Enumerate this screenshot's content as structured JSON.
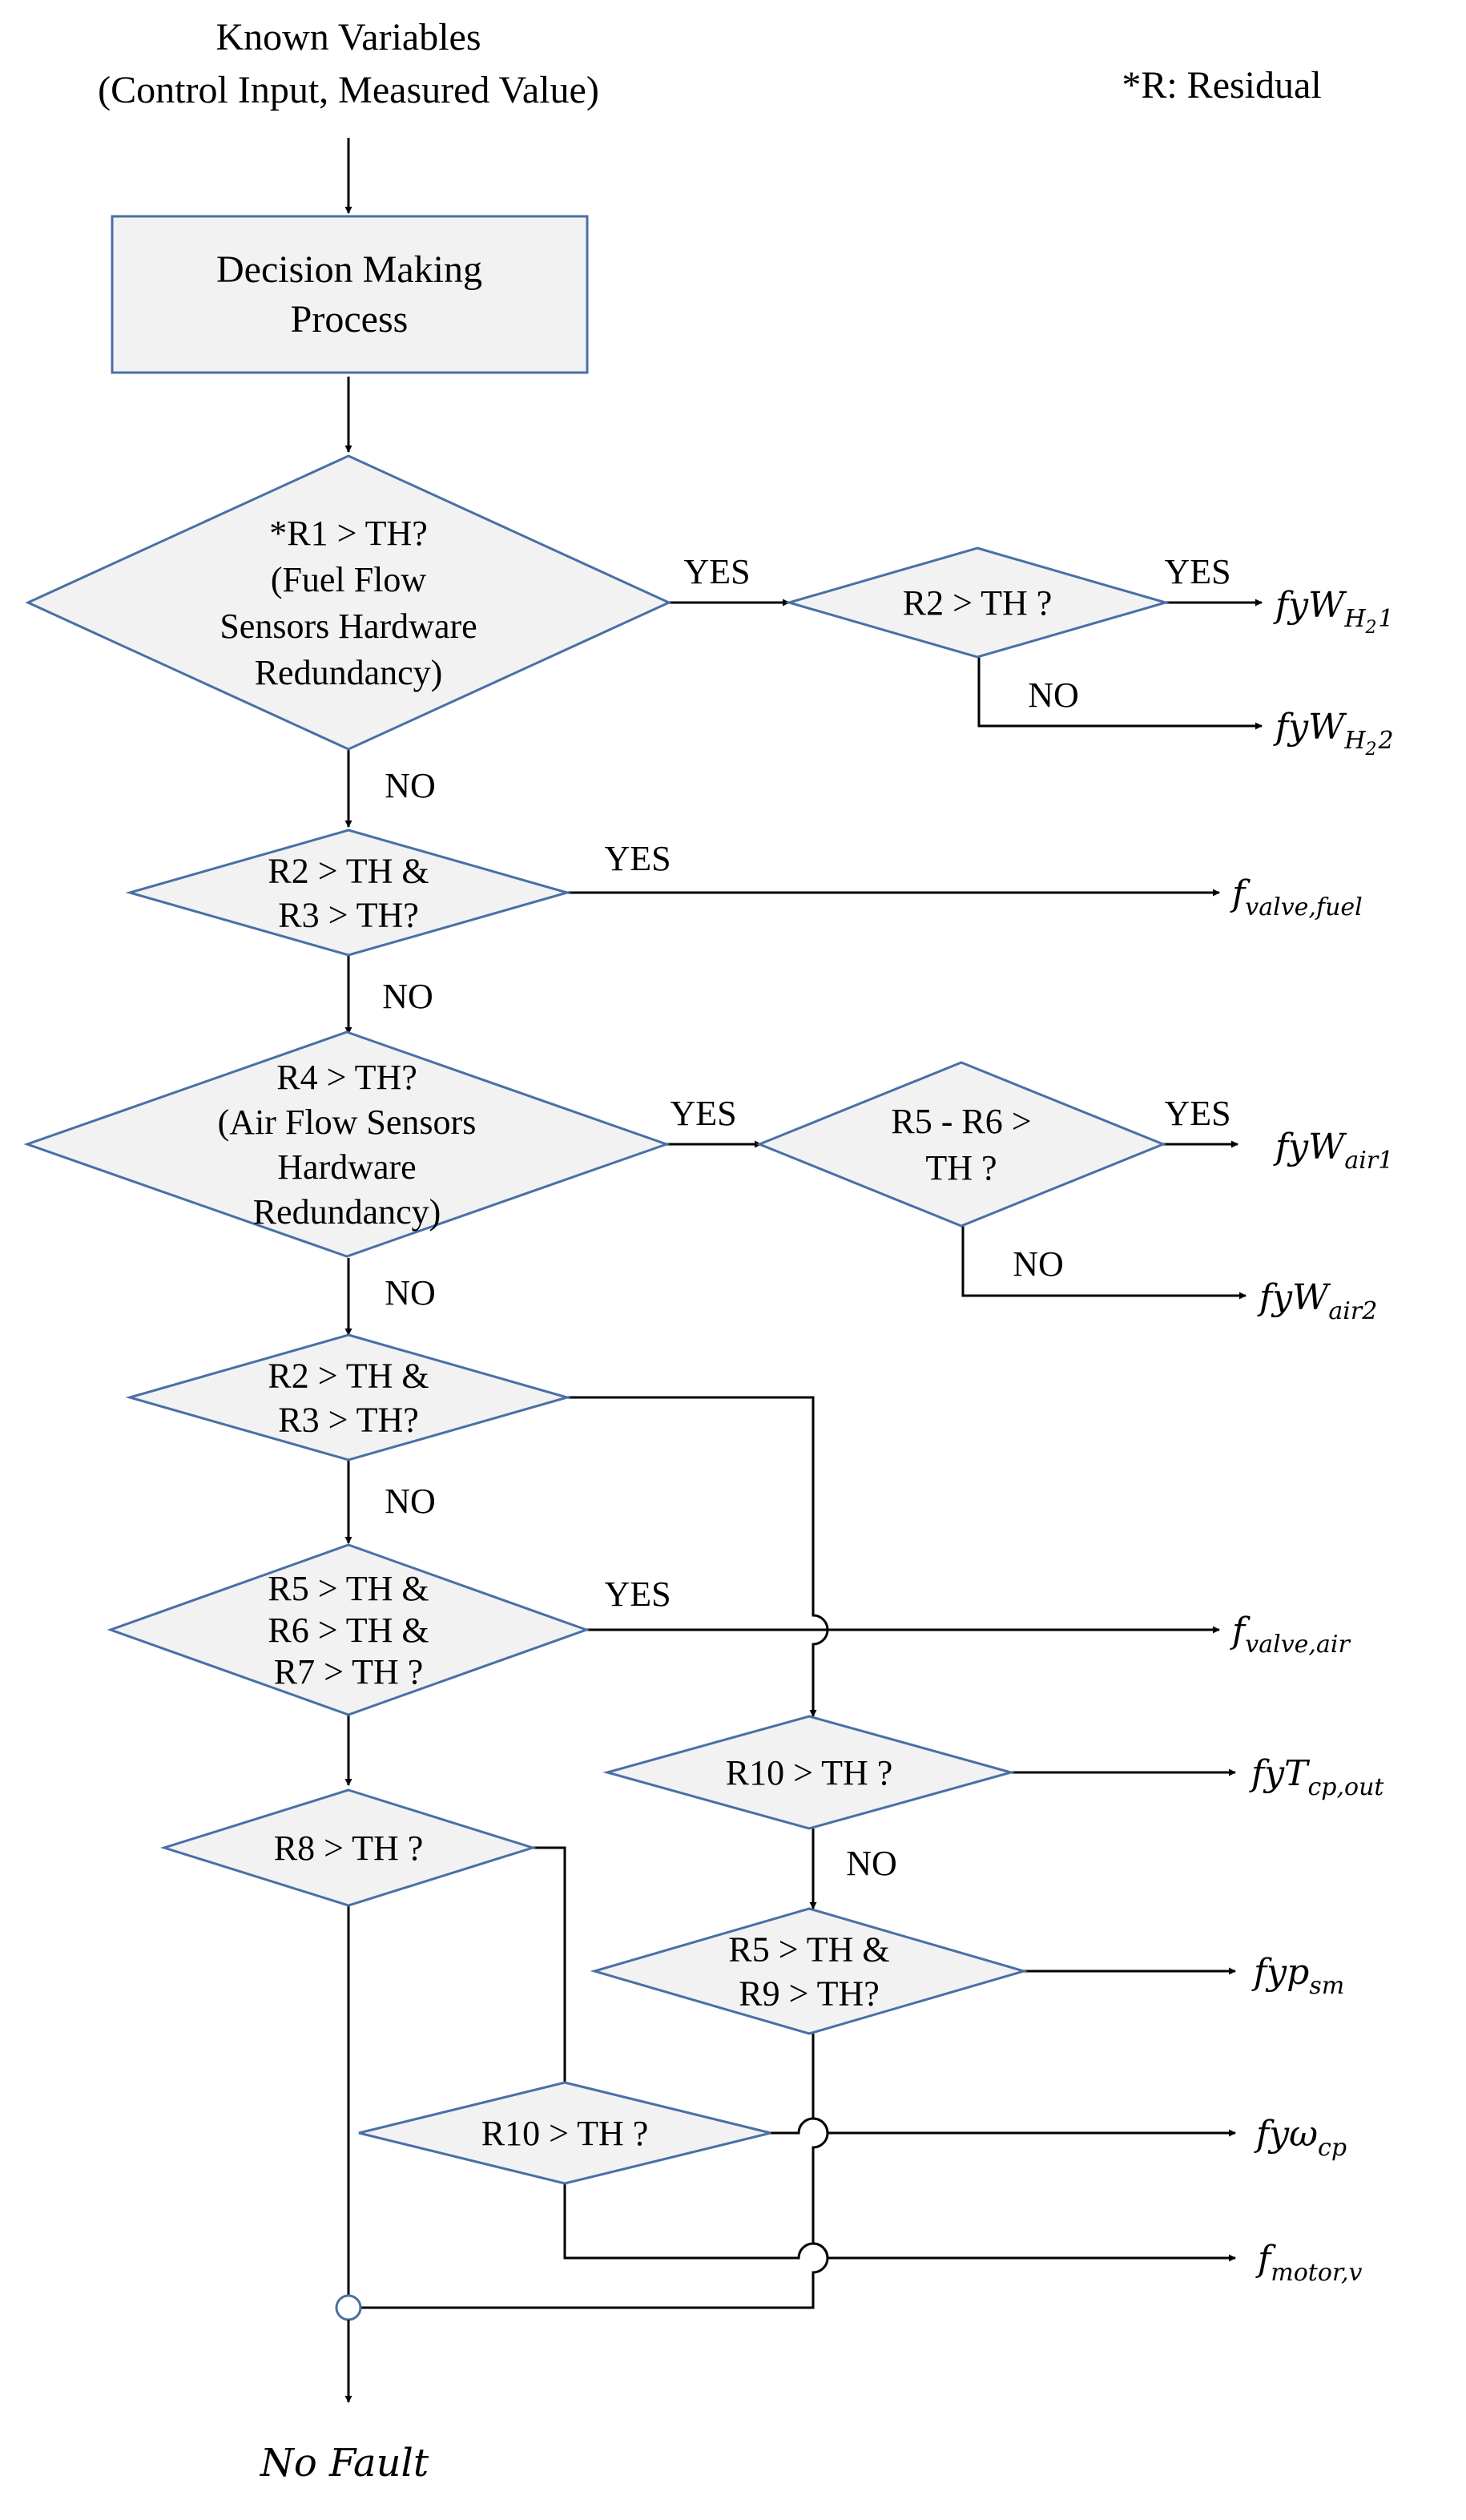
{
  "header": {
    "line1": "Known Variables",
    "line2": "(Control Input, Measured Value)",
    "note": "*R: Residual"
  },
  "process_box": {
    "line1": "Decision Making",
    "line2": "Process"
  },
  "decisions": {
    "d1": [
      "*R1 > TH?",
      "(Fuel Flow",
      "Sensors Hardware",
      "Redundancy)"
    ],
    "d1b": [
      "R2 > TH ?"
    ],
    "d2": [
      "R2 > TH &",
      "R3 > TH?"
    ],
    "d3": [
      "R4 > TH?",
      "(Air Flow Sensors",
      "Hardware",
      "Redundancy)"
    ],
    "d3b": [
      "R5 - R6 >",
      "TH ?"
    ],
    "d4": [
      "R2 > TH &",
      "R3 > TH?"
    ],
    "d5": [
      "R5 > TH &",
      "R6 > TH &",
      "R7 > TH ?"
    ],
    "d6": [
      "R10 > TH ?"
    ],
    "d7": [
      "R8 > TH ?"
    ],
    "d8": [
      "R5 > TH &",
      "R9 > TH?"
    ],
    "d9": [
      "R10 > TH ?"
    ]
  },
  "branch_labels": {
    "d1_yes": "YES",
    "d1_no": "NO",
    "d1b_yes": "YES",
    "d1b_no": "NO",
    "d2_yes": "YES",
    "d2_no": "NO",
    "d3_yes": "YES",
    "d3_no": "NO",
    "d3b_yes": "YES",
    "d3b_no": "NO",
    "d4_no": "NO",
    "d5_yes": "YES",
    "d6_no": "NO"
  },
  "outputs": {
    "fyW_H2_1": {
      "base": "fyW",
      "sub": "H",
      "sub2": "2",
      "tail": "1"
    },
    "fyW_H2_2": {
      "base": "fyW",
      "sub": "H",
      "sub2": "2",
      "tail": "2"
    },
    "f_valve_fuel": {
      "base": "f",
      "sub": "valve,fuel"
    },
    "fyW_air1": {
      "base": "fyW",
      "sub": "air1"
    },
    "fyW_air2": {
      "base": "fyW",
      "sub": "air2"
    },
    "f_valve_air": {
      "base": "f",
      "sub": "valve,air"
    },
    "fyT_cp_out": {
      "base": "fyT",
      "sub": "cp,out"
    },
    "fyp_sm": {
      "base": "fyp",
      "sub": "sm"
    },
    "fy_omega_cp": {
      "base": "fyω",
      "sub": "cp"
    },
    "f_motor_v": {
      "base": "f",
      "sub": "motor,v"
    }
  },
  "terminal": "No Fault",
  "colors": {
    "shape_fill": "#f2f2f2",
    "shape_stroke": "#4a6fa5",
    "line": "#000000"
  }
}
